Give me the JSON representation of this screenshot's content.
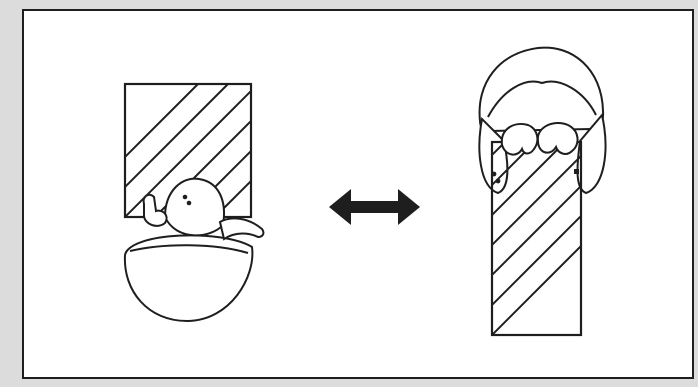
{
  "figure": {
    "caption": "",
    "left_illustration": "wide-rectangle-with-small-figure",
    "arrow_icon": "double-headed-arrow",
    "right_illustration": "tall-rectangle-with-hooded-figure"
  },
  "colors": {
    "background": "#dcdcdc",
    "panel": "#ffffff",
    "ink": "#1e1e1e"
  }
}
